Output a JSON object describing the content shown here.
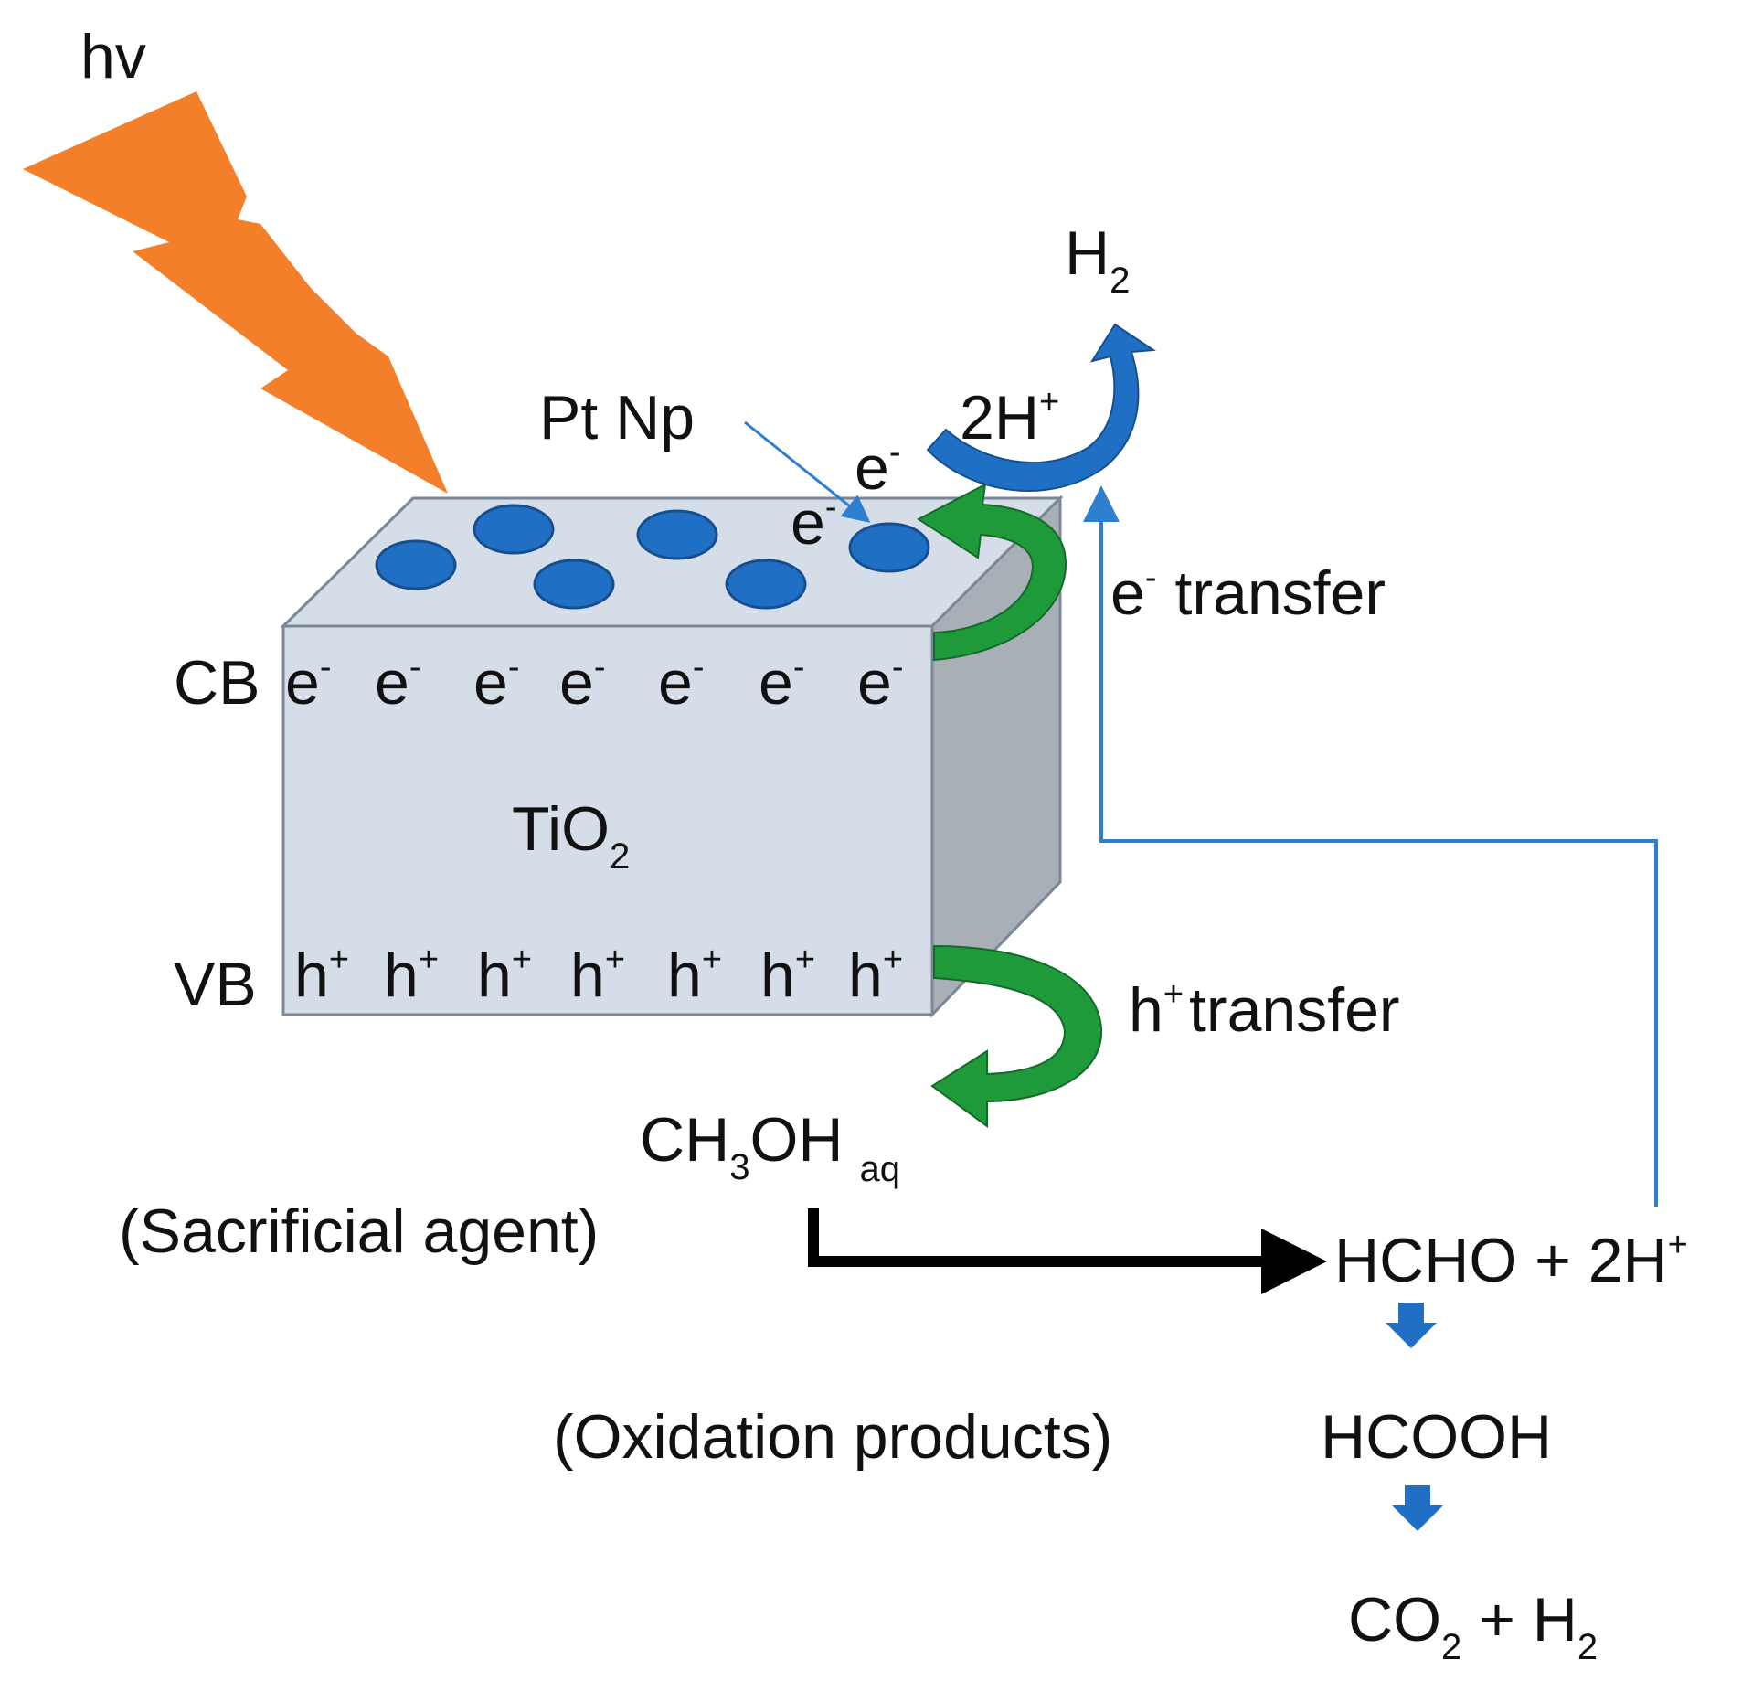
{
  "light": {
    "label": "hv",
    "color": "#F47F2A"
  },
  "cocatalyst": {
    "label": "Pt Np",
    "color": "#1F6FC5"
  },
  "semiconductor": {
    "formula_main": "TiO",
    "formula_sub": "2",
    "front_color": "#D5DEE8",
    "side_color": "#A9AFB6"
  },
  "bands": {
    "cb_label": "CB",
    "vb_label": "VB",
    "electron": "e",
    "electron_charge": "-",
    "hole": "h",
    "hole_charge": "+"
  },
  "surface_electrons": [
    {
      "main": "e",
      "charge": "-"
    },
    {
      "main": "e",
      "charge": "-"
    }
  ],
  "reduction": {
    "reactant_main": "2H",
    "reactant_charge": "+",
    "product_main": "H",
    "product_sub": "2",
    "arrow_color": "#1F6FC5"
  },
  "transfers": {
    "electron_main": "e",
    "electron_charge": "-",
    "electron_text": "transfer",
    "hole_main": "h",
    "hole_charge": "+",
    "hole_text": "transfer",
    "arrow_color": "#1E9A3A"
  },
  "sacrificial": {
    "formula_a": "CH",
    "formula_sub": "3",
    "formula_b": "OH",
    "phase": "aq",
    "role": "(Sacrificial agent)"
  },
  "oxidation": {
    "step1_main": "HCHO + 2H",
    "step1_charge": "+",
    "label": "(Oxidation products)",
    "step2": "HCOOH",
    "step3_a": "CO",
    "step3_sub_a": "2",
    "step3_b": " + H",
    "step3_sub_b": "2",
    "arrow_color": "#1F6FC5"
  },
  "proton_return_color": "#2F7FD0"
}
